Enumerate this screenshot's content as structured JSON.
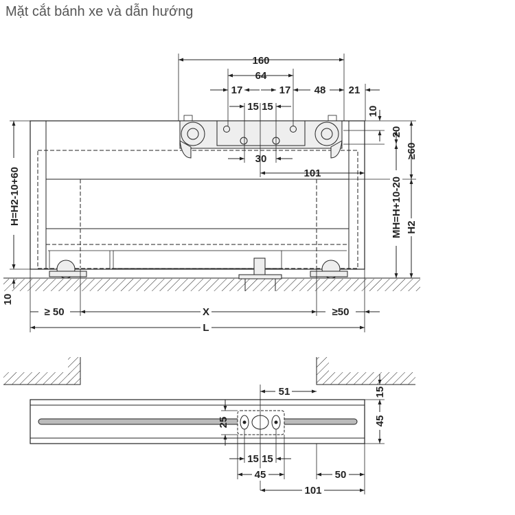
{
  "title": "Mặt cắt bánh xe và dẫn hướng",
  "colors": {
    "line": "#222222",
    "part_fill": "#eeeeee",
    "title": "#555555"
  },
  "labels": {
    "d160": "160",
    "d64": "64",
    "d17a": "17",
    "d17b": "17",
    "d48": "48",
    "d21": "21",
    "d1515_top": "15 15",
    "d10": "10",
    "d20": "20",
    "dge60": "≥60",
    "d30": "30",
    "d101_top": "101",
    "h_left": "H=H2-10+60",
    "mh": "MH=H+10-20",
    "h2": "H2",
    "d10_floor": "10",
    "ge50_left": "≥ 50",
    "x": "X",
    "ge50_right": "≥50",
    "l": "L",
    "d51": "51",
    "d15": "15",
    "d25": "25",
    "d45_right": "45",
    "d1515_bot": "15 15",
    "d45_bot": "45",
    "d50": "50",
    "d101_bot": "101"
  }
}
